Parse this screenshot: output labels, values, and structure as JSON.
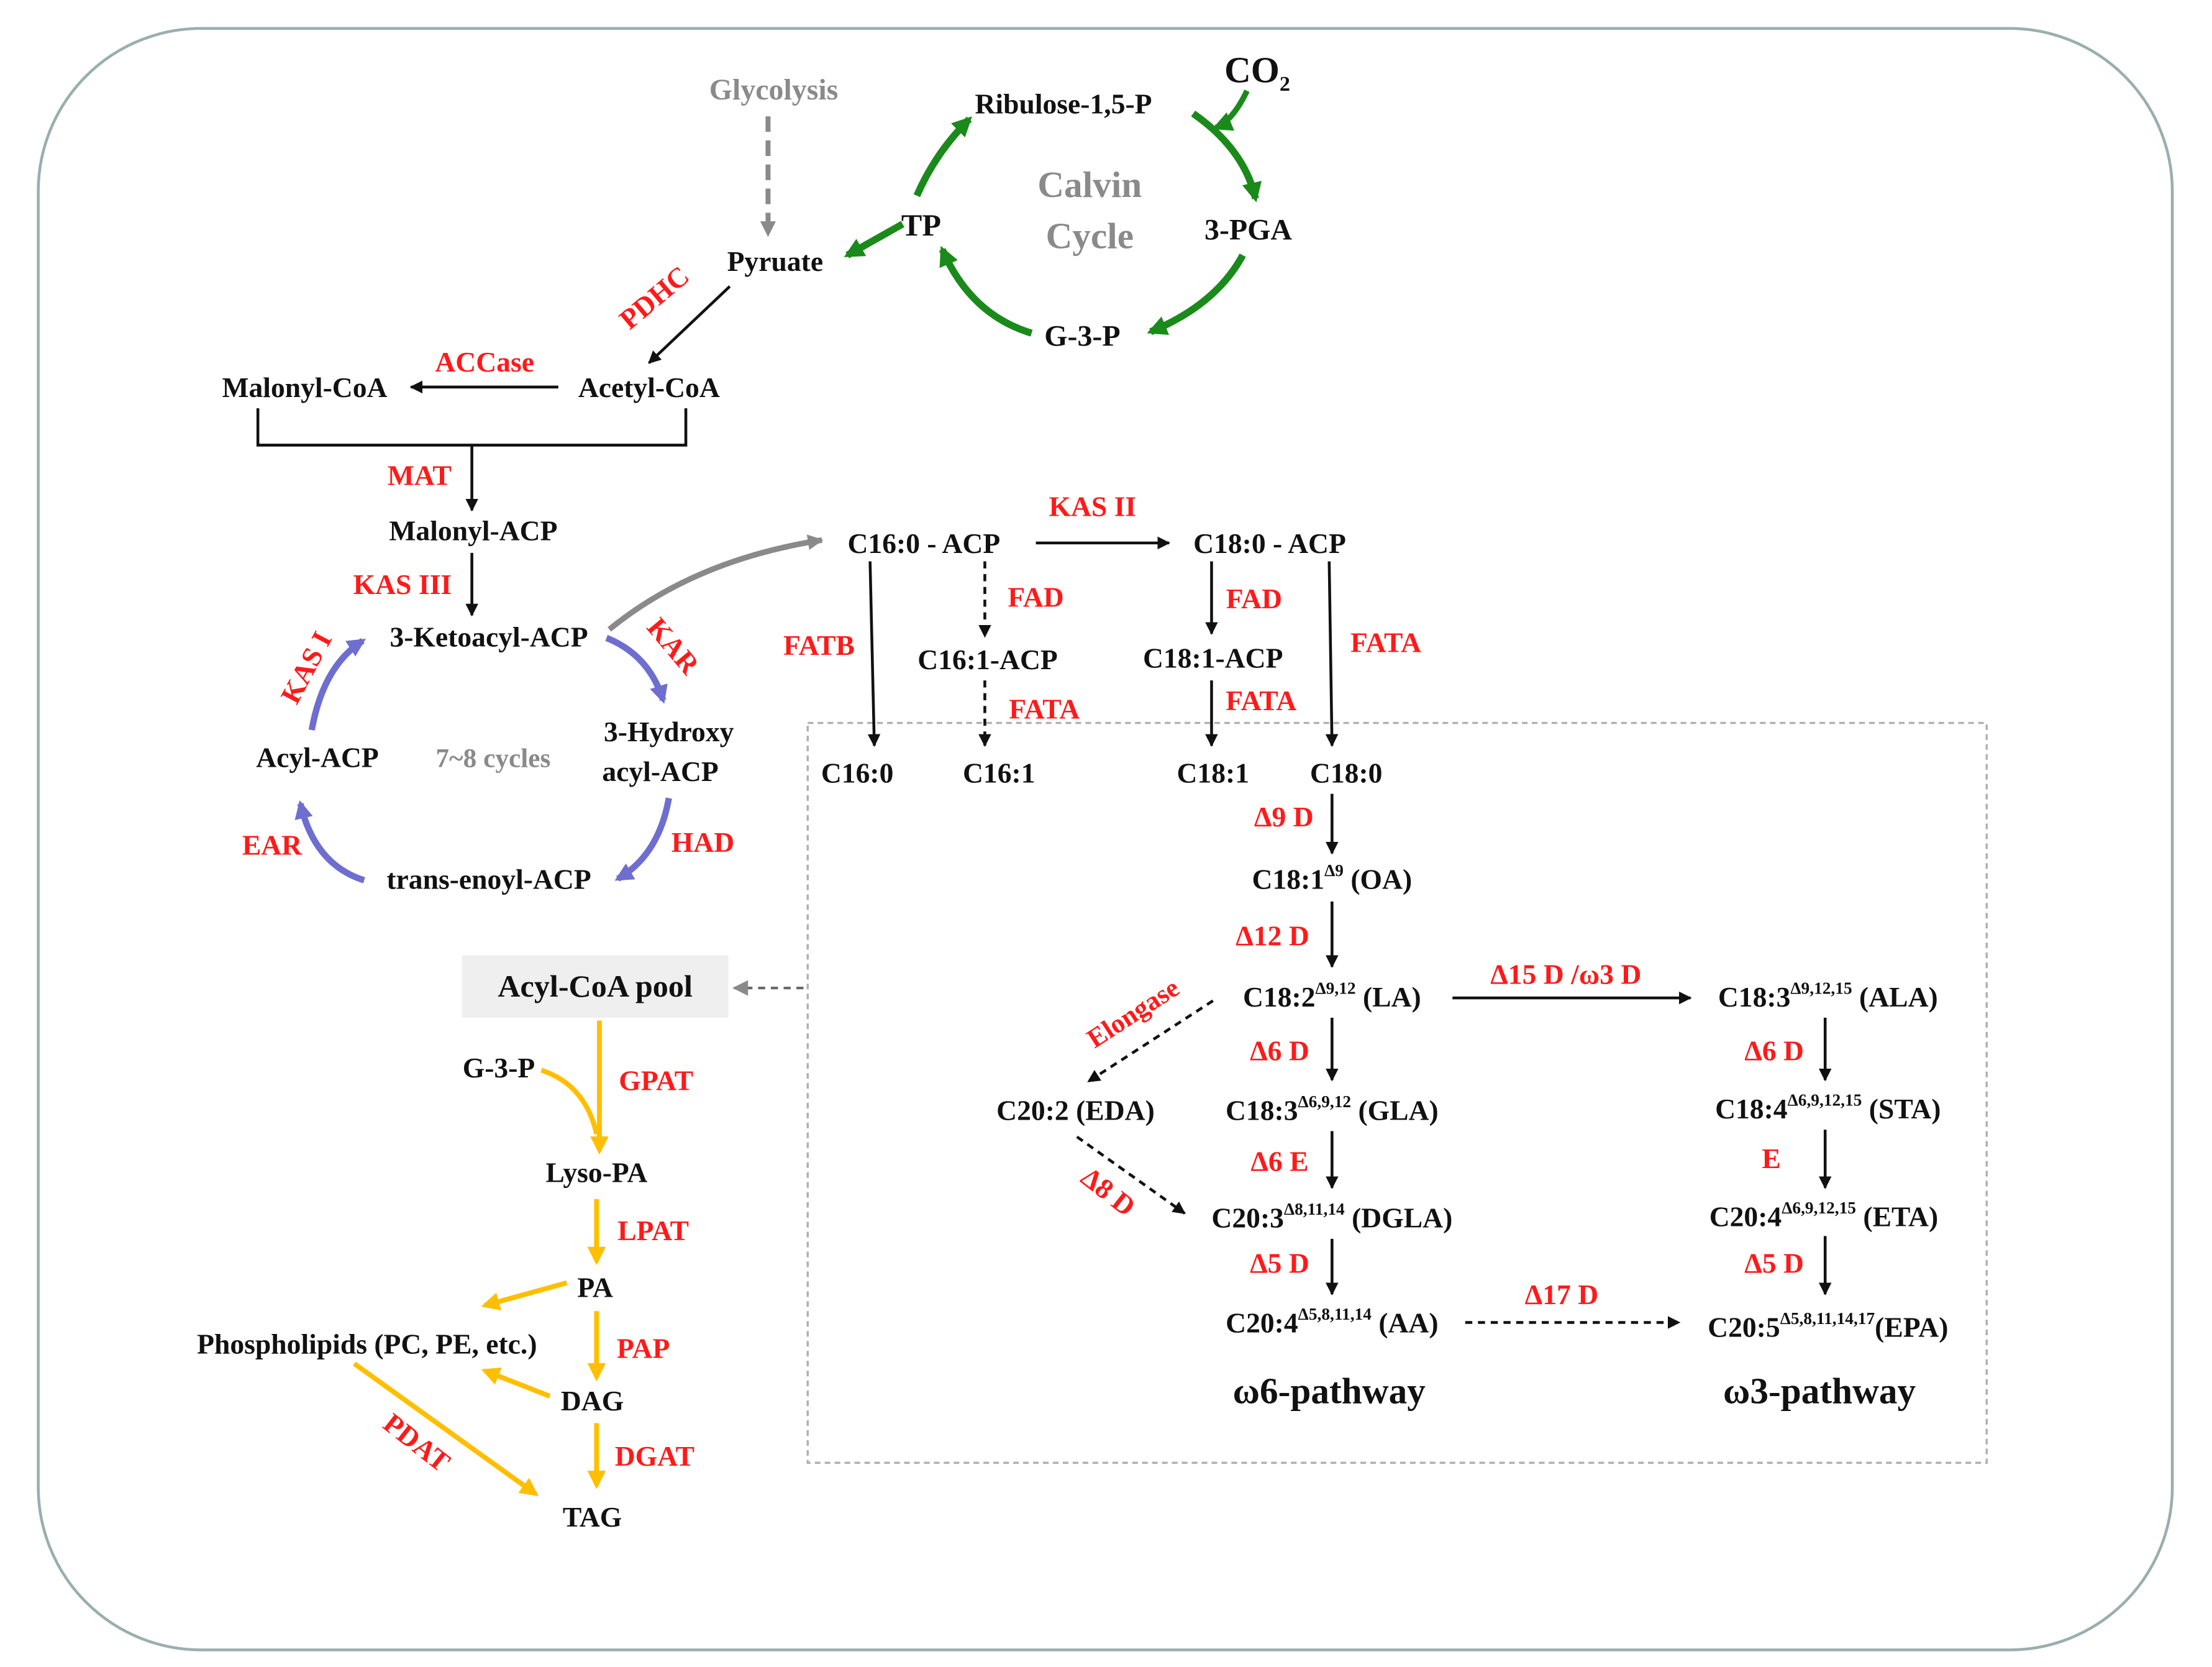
{
  "colors": {
    "text": "#111111",
    "enzyme": "#ff1a1a",
    "grey": "#8a8a8a",
    "calvin_arrow": "#1a8a1a",
    "fas_arrow": "#6e6ed0",
    "tag_arrow": "#ffbf00",
    "frame": "#9aaeae",
    "box_border": "#b0b0b0",
    "pool_fill": "#efefef"
  },
  "calvin": {
    "co2": "CO",
    "co2_sub": "2",
    "ribulose": "Ribulose-1,5-P",
    "pga": "3-PGA",
    "g3p": "G-3-P",
    "tp": "TP",
    "title_line1": "Calvin",
    "title_line2": "Cycle"
  },
  "upstream": {
    "glycolysis": "Glycolysis",
    "pyruvate": "Pyruate",
    "pdhc": "PDHC",
    "acetyl_coa": "Acetyl-CoA",
    "accase": "ACCase",
    "malonyl_coa": "Malonyl-CoA",
    "mat": "MAT",
    "malonyl_acp": "Malonyl-ACP",
    "kas3": "KAS III"
  },
  "fas_cycle": {
    "ketoacyl": "3-Ketoacyl-ACP",
    "kar": "KAR",
    "hydroxy_line1": "3-Hydroxy",
    "hydroxy_line2": "acyl-ACP",
    "had": "HAD",
    "enoyl": "trans-enoyl-ACP",
    "ear": "EAR",
    "acyl": "Acyl-ACP",
    "kas1": "KAS I",
    "cycles": "7~8 cycles"
  },
  "elongation": {
    "c160acp": "C16:0 - ACP",
    "kas2": "KAS II",
    "c180acp": "C18:0 - ACP",
    "fad1": "FAD",
    "fad2": "FAD",
    "fatb": "FATB",
    "fata_right": "FATA",
    "fata_mid1": "FATA",
    "fata_mid2": "FATA",
    "c161acp": "C16:1-ACP",
    "c181acp": "C18:1-ACP",
    "c160": "C16:0",
    "c161": "C16:1",
    "c181": "C18:1",
    "c180": "C18:0"
  },
  "pufa": {
    "d9d": "Δ9 D",
    "oa_base": "C18:1",
    "oa_sup": "Δ9",
    "oa_tail": " (OA)",
    "d12d": "Δ12 D",
    "la_base": "C18:2",
    "la_sup": "Δ9,12",
    "la_tail": " (LA)",
    "d15d": "Δ15 D /ω3 D",
    "ala_base": "C18:3",
    "ala_sup": "Δ9,12,15",
    "ala_tail": " (ALA)",
    "elongase": "Elongase",
    "eda": "C20:2 (EDA)",
    "d6d_left": "Δ6 D",
    "d6d_right": "Δ6 D",
    "gla_base": "C18:3",
    "gla_sup": "Δ6,9,12",
    "gla_tail": " (GLA)",
    "sta_base": "C18:4",
    "sta_sup": "Δ6,9,12,15",
    "sta_tail": " (STA)",
    "d6e": "Δ6 E",
    "e": "E",
    "d8d": "Δ8 D",
    "dgla_base": "C20:3",
    "dgla_sup": "Δ8,11,14",
    "dgla_tail": " (DGLA)",
    "eta_base": "C20:4",
    "eta_sup": "Δ6,9,12,15",
    "eta_tail": " (ETA)",
    "d5d_left": "Δ5 D",
    "d5d_right": "Δ5 D",
    "aa_base": "C20:4",
    "aa_sup": "Δ5,8,11,14",
    "aa_tail": " (AA)",
    "d17d": "Δ17 D",
    "epa_base": "C20:5",
    "epa_sup": "Δ5,8,11,14,17",
    "epa_tail": "(EPA)",
    "omega6": "ω6-pathway",
    "omega3": "ω3-pathway"
  },
  "tag": {
    "pool": "Acyl-CoA pool",
    "g3p": "G-3-P",
    "gpat": "GPAT",
    "lysopa": "Lyso-PA",
    "lpat": "LPAT",
    "pa": "PA",
    "pap": "PAP",
    "phospholipids": "Phospholipids (PC, PE, etc.)",
    "dag": "DAG",
    "dgat": "DGAT",
    "pdat": "PDAT",
    "tag_label": "TAG"
  }
}
